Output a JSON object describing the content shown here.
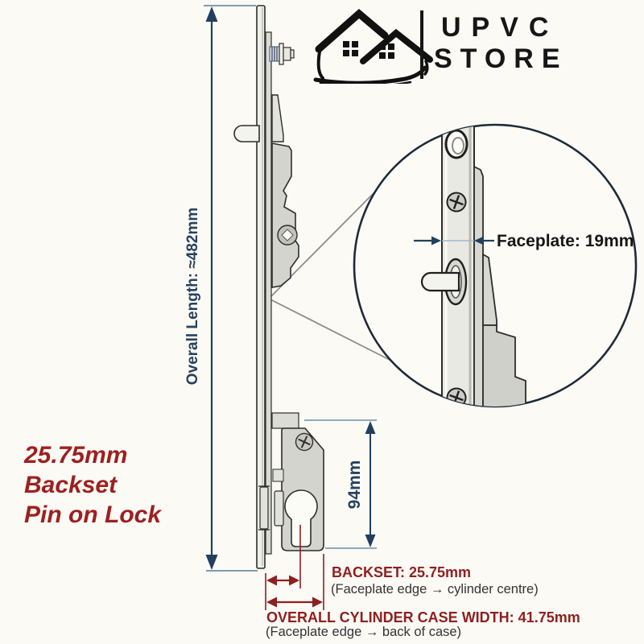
{
  "logo": {
    "brand_top": "UPVC",
    "brand_bottom": "STORE"
  },
  "annotations": {
    "overall_length_label": "Overall Length: ≈482mm",
    "faceplate_label": "Faceplate: 19mm",
    "case_height_label": "94mm",
    "backset_title": "BACKSET: 25.75mm",
    "backset_subtitle": "(Faceplate edge → cylinder centre)",
    "case_width_title": "OVERALL CYLINDER CASE WIDTH: 41.75mm",
    "case_width_subtitle": "(Faceplate edge → back of case)",
    "note_line1": "25.75mm",
    "note_line2": "Backset",
    "note_line3": "Pin on Lock"
  },
  "colors": {
    "background": "#fbfaf5",
    "dimension_blue": "#22405e",
    "extension_blue": "#6f8fa8",
    "dimension_red": "#8e1f1f",
    "note_red": "#9e1f1f",
    "text_dark": "#161616",
    "metal_gray": "#d4d4ce",
    "outline": "#2d2d2d"
  },
  "icons": {
    "house-logo-icon": "two brush-stroke houses with four-pane windows",
    "phillips-screw-icon": "circle with rotated cross",
    "square-spindle-icon": "circle with white square diamond",
    "euro-cylinder-cutout": "euro profile keyhole shape",
    "mushroom-pin-icon": "round-tipped locking pin"
  }
}
